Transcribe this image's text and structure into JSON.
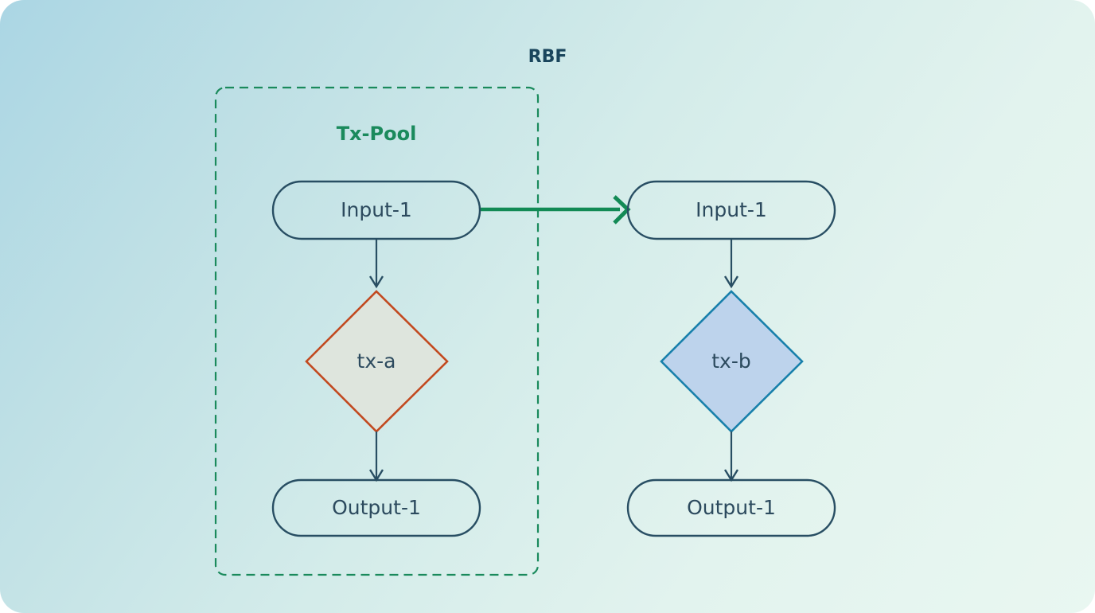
{
  "diagram": {
    "title": "RBF",
    "background_from": "#abd6e4",
    "background_to": "#e9f7f1",
    "group": {
      "label": "Tx-Pool",
      "border_color": "#1a8a5c",
      "border_style": "dashed"
    },
    "nodes": {
      "left_input": "Input-1",
      "left_tx": "tx-a",
      "left_output": "Output-1",
      "right_input": "Input-1",
      "right_tx": "tx-b",
      "right_output": "Output-1"
    },
    "colors": {
      "node_stroke": "#284e63",
      "node_text": "#2c4a5e",
      "tx_a_fill": "#dee5dd",
      "tx_a_stroke": "#c2491f",
      "tx_b_fill": "#bdd3ec",
      "tx_b_stroke": "#1880ab",
      "rbf_arrow": "#128a55",
      "title_text": "#19455c",
      "group_text": "#1a8a5c"
    }
  }
}
